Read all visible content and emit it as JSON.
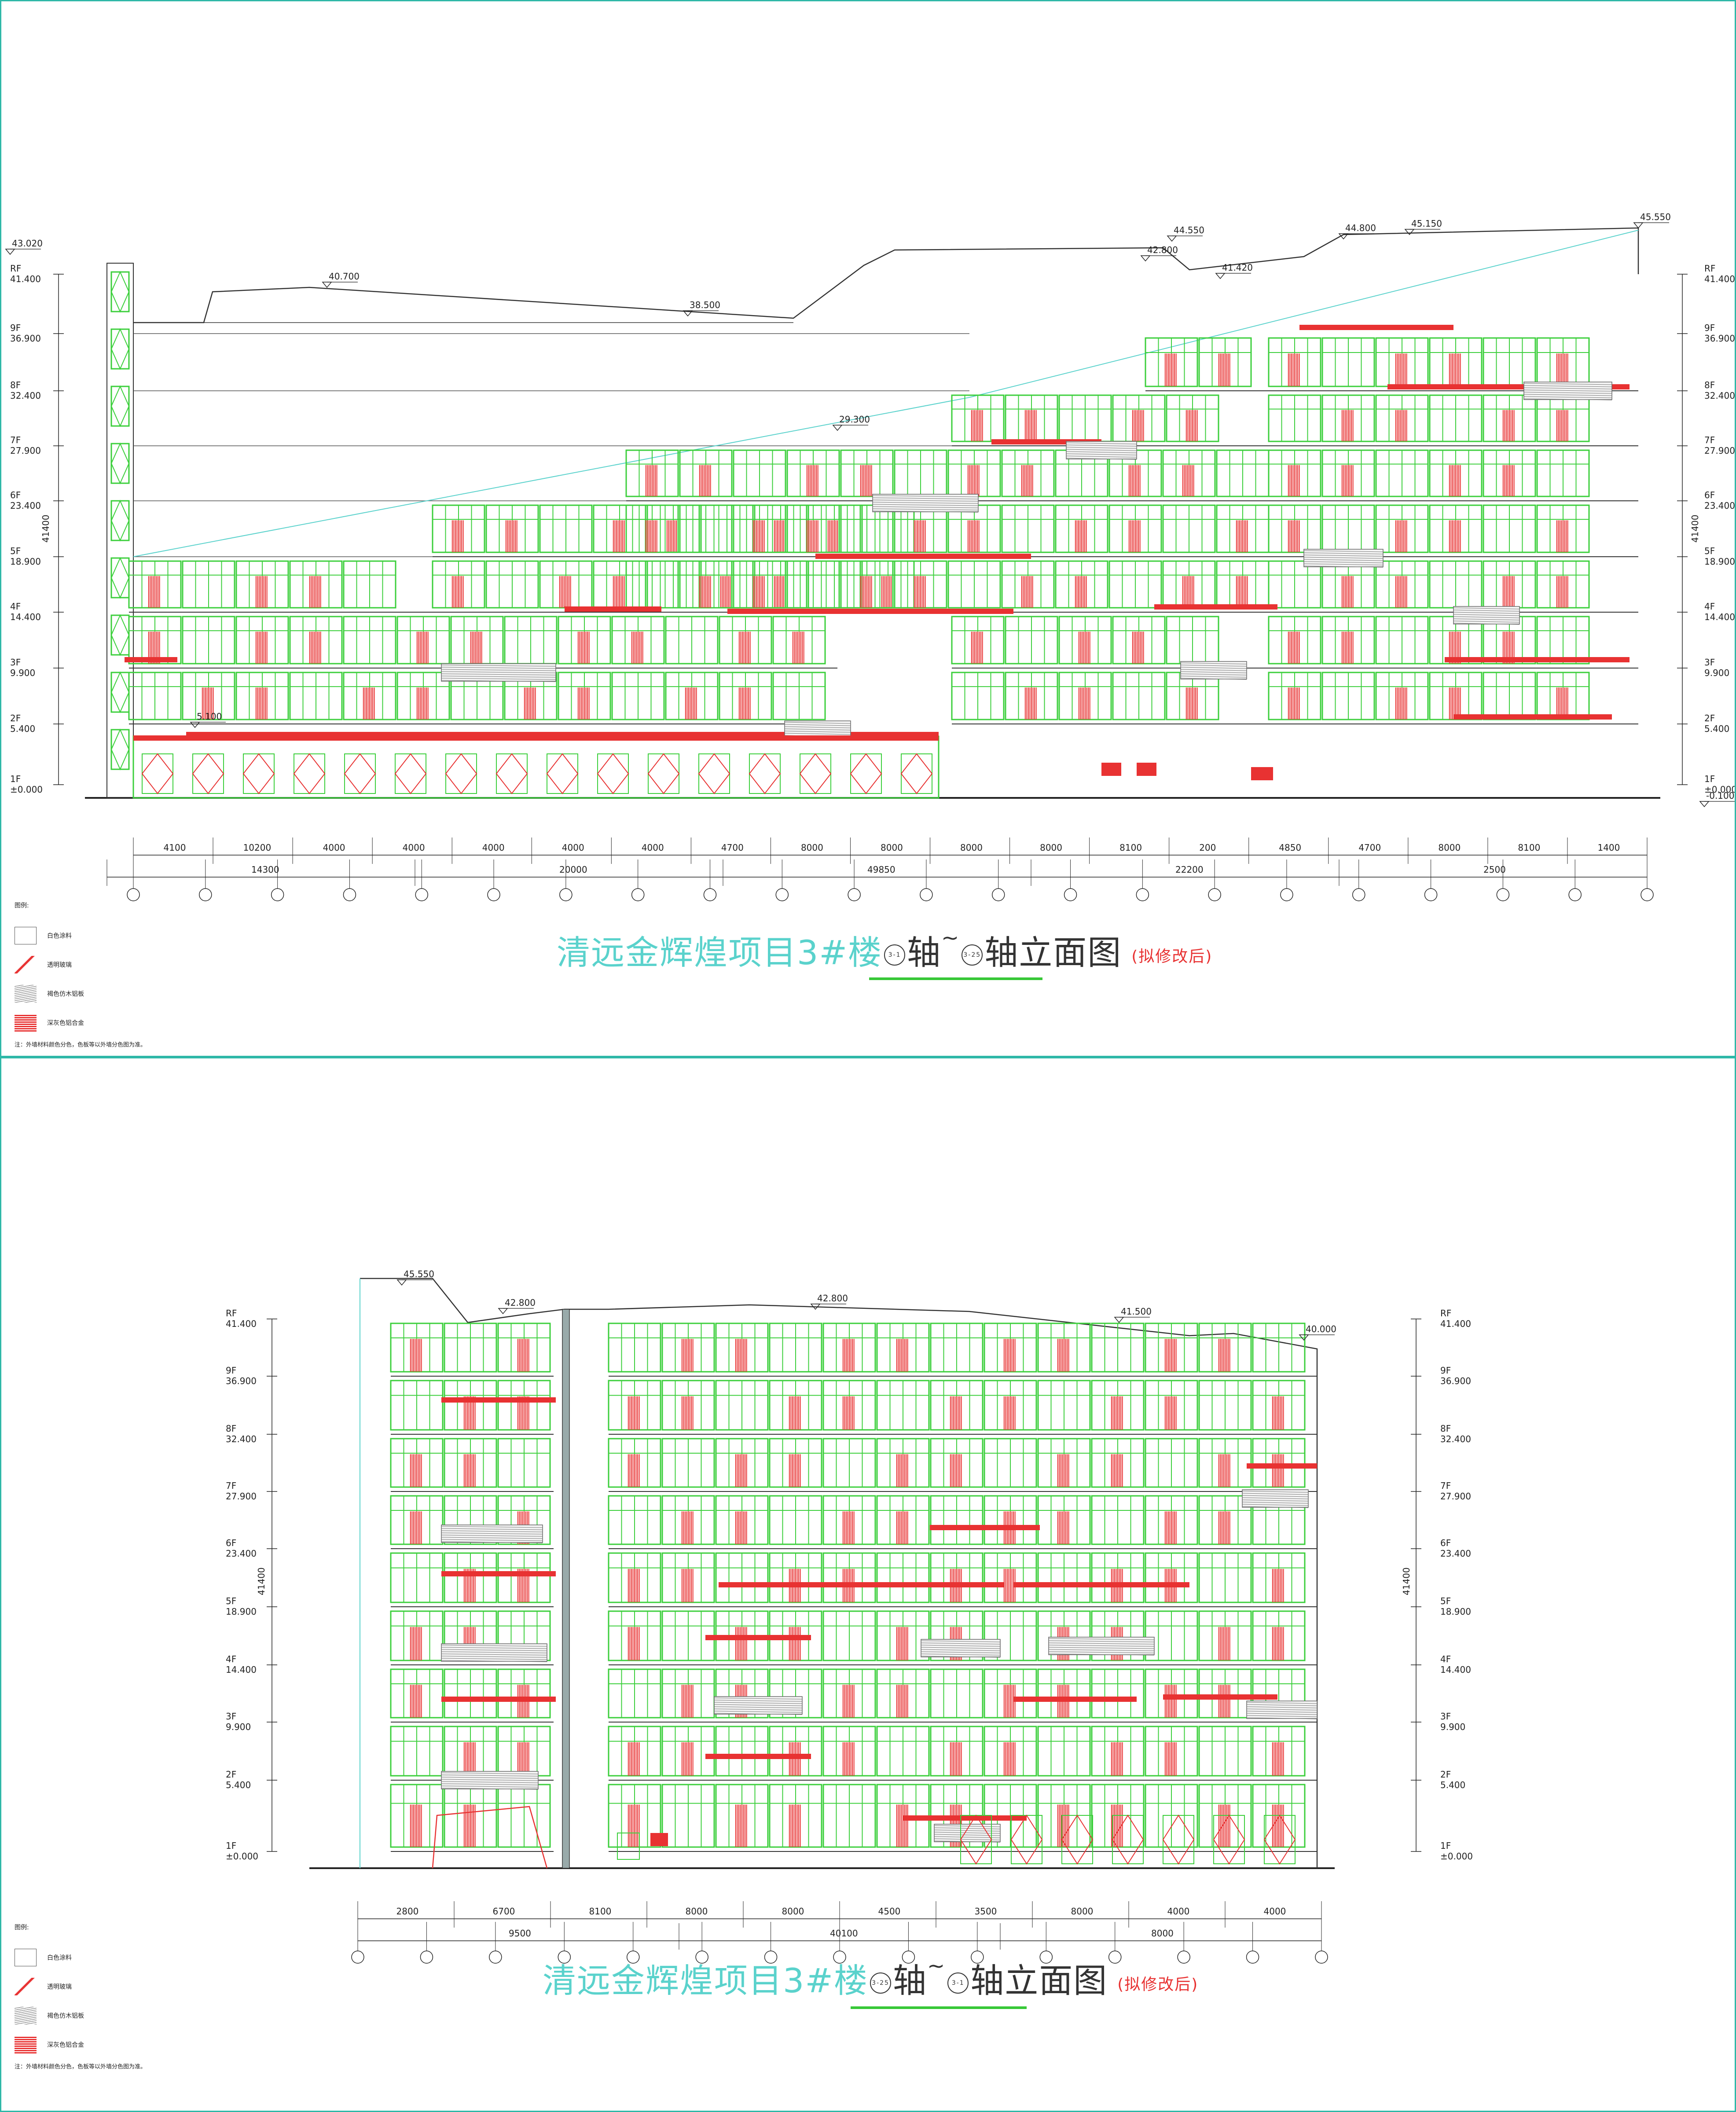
{
  "sheets": [
    {
      "title": "清远金辉煌项目3#楼",
      "axis_from": "3-1",
      "axis_to": "3-25",
      "title_tail": "轴立面图",
      "note": "(拟修改后)"
    },
    {
      "title": "清远金辉煌项目3#楼",
      "axis_from": "3-25",
      "axis_to": "3-1",
      "title_tail": "轴立面图",
      "note": "(拟修改后)"
    }
  ],
  "legend": {
    "header": "图例:",
    "items": [
      {
        "label": "白色涂料",
        "swatch": "white"
      },
      {
        "label": "透明玻璃",
        "swatch": "glass"
      },
      {
        "label": "褐色仿木铝板",
        "swatch": "wood"
      },
      {
        "label": "深灰色铝合金",
        "swatch": "red"
      }
    ],
    "footnote": "注：外墙材料颜色分色，色板等以外墙分色图为准。"
  },
  "levels": [
    {
      "name": "RF",
      "elev": "41.400"
    },
    {
      "name": "9F",
      "elev": "36.900"
    },
    {
      "name": "8F",
      "elev": "32.400"
    },
    {
      "name": "7F",
      "elev": "27.900"
    },
    {
      "name": "6F",
      "elev": "23.400"
    },
    {
      "name": "5F",
      "elev": "18.900"
    },
    {
      "name": "4F",
      "elev": "14.400"
    },
    {
      "name": "3F",
      "elev": "9.900"
    },
    {
      "name": "2F",
      "elev": "5.400"
    },
    {
      "name": "1F",
      "elev": "±0.000"
    }
  ],
  "top_spot_elevations": [
    {
      "label": "43.020"
    },
    {
      "label": "40.700"
    },
    {
      "label": "38.500"
    },
    {
      "label": "44.550"
    },
    {
      "label": "42.800"
    },
    {
      "label": "41.420"
    },
    {
      "label": "44.800"
    },
    {
      "label": "45.150"
    },
    {
      "label": "45.550"
    },
    {
      "label": "29.300"
    },
    {
      "label": "5.100"
    },
    {
      "label": "-0.100"
    }
  ],
  "bottom_spot_elevations": [
    {
      "label": "45.550"
    },
    {
      "label": "42.800"
    },
    {
      "label": "42.800"
    },
    {
      "label": "41.500"
    },
    {
      "label": "40.000"
    }
  ],
  "top_dims_row1": [
    "4100",
    "10200",
    "4000",
    "4000",
    "4000",
    "4000",
    "4000",
    "4700",
    "8000",
    "8000",
    "8000",
    "8000",
    "8100",
    "200",
    "4850",
    "4700",
    "8000",
    "8100",
    "1400"
  ],
  "top_dims_row2": [
    "14300",
    "20000",
    "49850",
    "22200",
    "2500"
  ],
  "bottom_dims_row1": [
    "2800",
    "6700",
    "8100",
    "8000",
    "8000",
    "4500",
    "3500",
    "8000",
    "4000",
    "4000"
  ],
  "bottom_dims_row2": [
    "9500",
    "40100",
    "8000"
  ],
  "total_height_label": "41400",
  "colors": {
    "frame": "#2fb8a8",
    "green": "#3ccf3c",
    "red": "#e83232",
    "cyan": "#5ad2cc",
    "dark": "#222222"
  }
}
